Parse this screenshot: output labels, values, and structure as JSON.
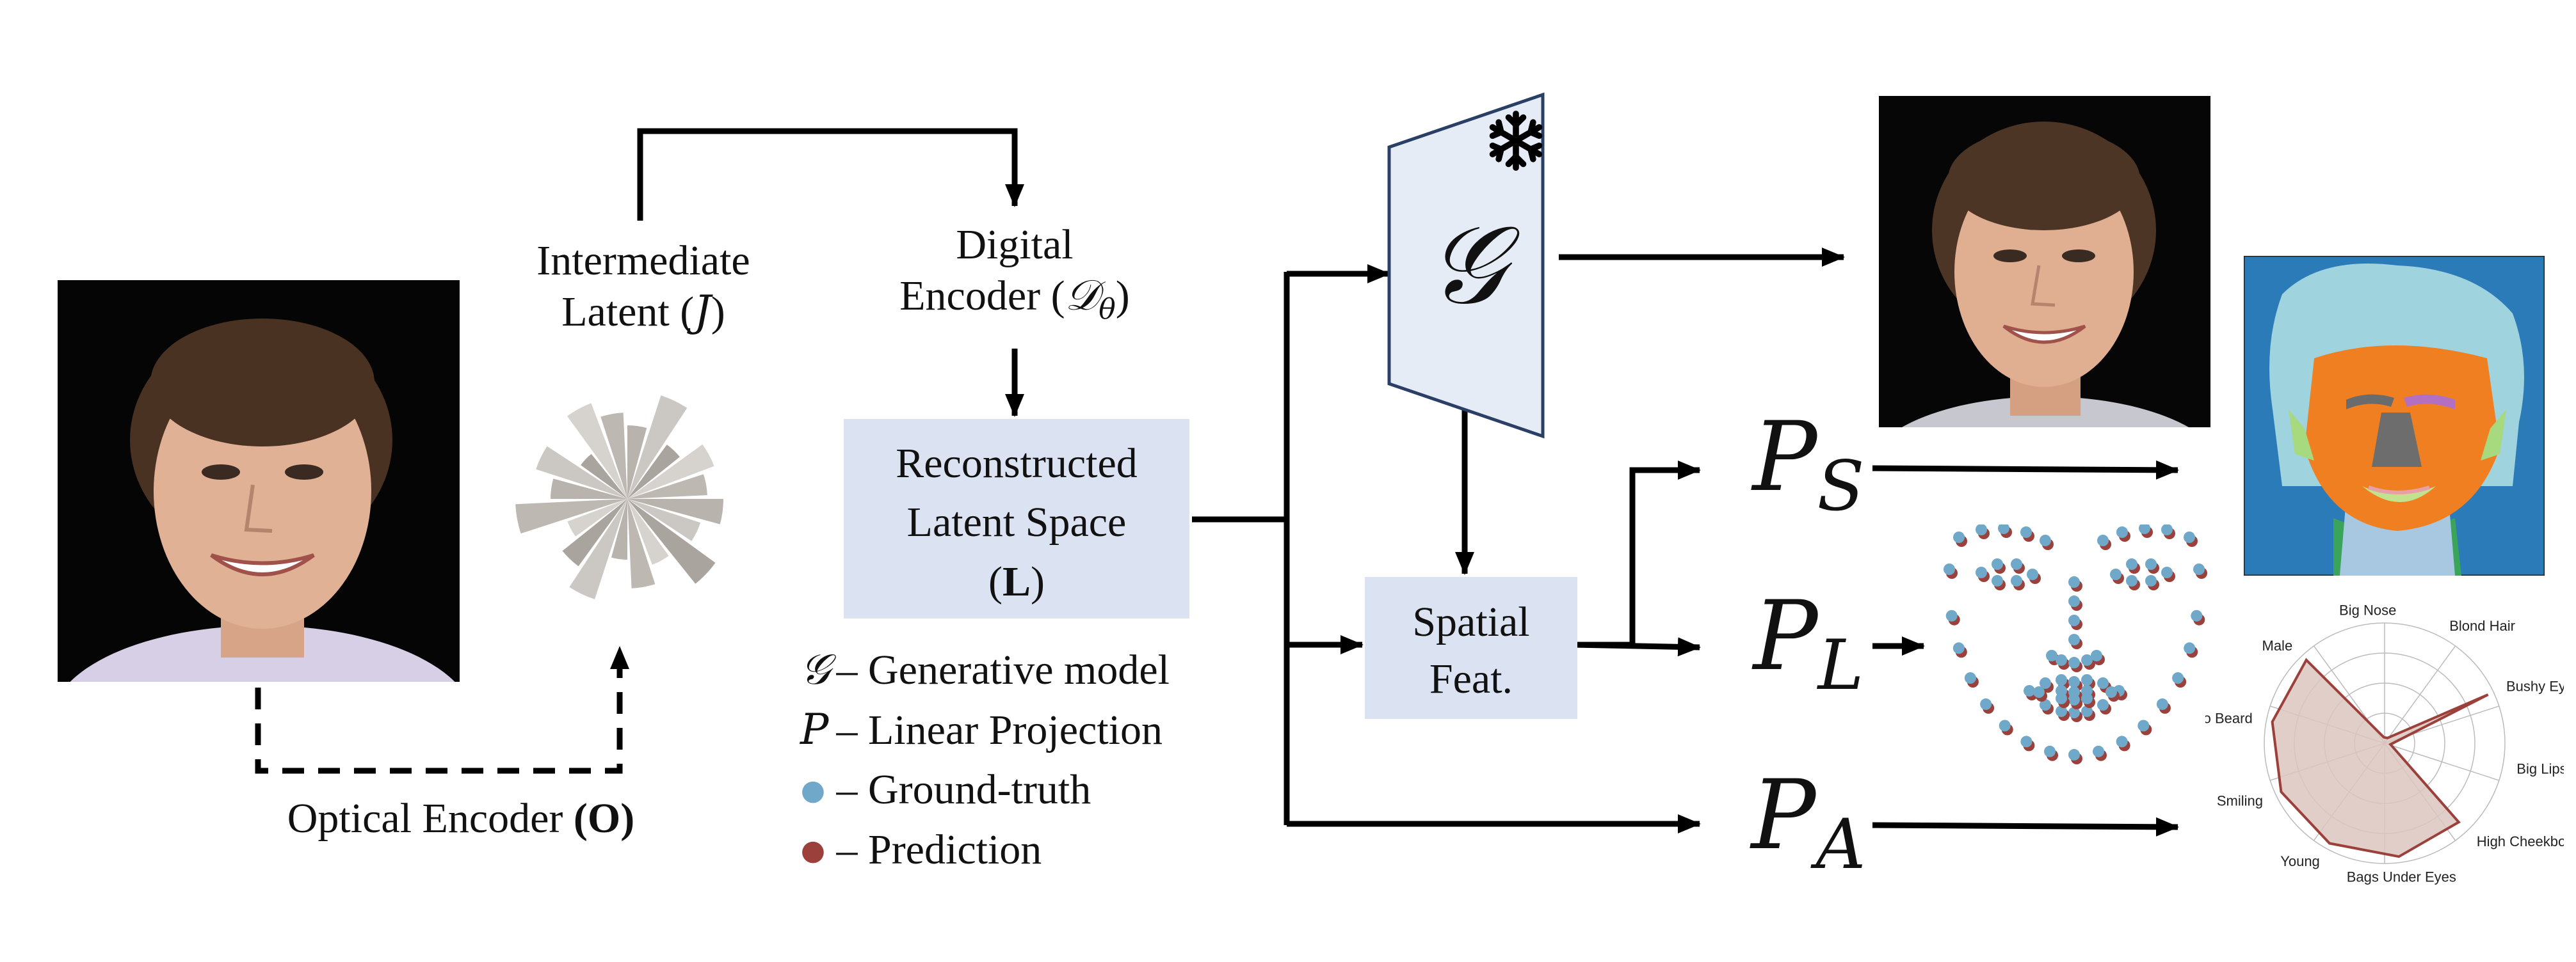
{
  "labels": {
    "intermediate_latent_line1": "Intermediate",
    "intermediate_latent_line2": "Latent (",
    "intermediate_latent_var": "J",
    "intermediate_latent_close": ")",
    "digital_encoder_line1": "Digital",
    "digital_encoder_line2": "Encoder (",
    "digital_encoder_var": "𝒟",
    "digital_encoder_sub": "θ",
    "digital_encoder_close": ")",
    "recon_line1": "Reconstructed",
    "recon_line2": "Latent Space",
    "recon_line3_open": "(",
    "recon_line3_bold": "L",
    "recon_line3_close": ")",
    "optical_encoder_text": "Optical Encoder ",
    "optical_encoder_bold": "(O)",
    "generator_symbol": "𝒢",
    "spatial_line1": "Spatial",
    "spatial_line2": "Feat.",
    "ps_main": "P",
    "ps_sub": "S",
    "pl_main": "P",
    "pl_sub": "L",
    "pa_main": "P",
    "pa_sub": "A"
  },
  "legend": [
    {
      "symbol": "𝒢",
      "text": " – Generative model",
      "kind": "math"
    },
    {
      "symbol": "P",
      "text": " – Linear Projection",
      "kind": "math"
    },
    {
      "symbol": "●",
      "text": " – Ground-truth",
      "kind": "dot",
      "color": "#6fa8c8"
    },
    {
      "symbol": "●",
      "text": " – Prediction",
      "kind": "dot",
      "color": "#9b403a"
    }
  ],
  "radar": {
    "axes": [
      "Big Nose",
      "Blond Hair",
      "Bushy Eyebrows",
      "Big Lips",
      "High Cheekbones",
      "Bags Under Eyes",
      "Young",
      "Smiling",
      "No Beard",
      "Male"
    ],
    "fill_color": "#dcc6c0",
    "stroke_color": "#9b403a"
  },
  "colors": {
    "box_fill": "#dbe3f2",
    "gt_dot": "#6fa8c8",
    "pred_dot": "#9b403a",
    "seg_background": "#2a7bb8",
    "seg_hair": "#9fd3de",
    "seg_face": "#f07f22",
    "seg_nose": "#7a7a7a",
    "seg_neck": "#a7c8e0",
    "seg_clothes": "#3aa55a"
  },
  "icons": [
    "snowflake-icon",
    "input-face-photo",
    "generated-face-photo",
    "segmentation-map",
    "landmark-plot",
    "attribute-radar-chart",
    "latent-rose-glyph"
  ]
}
